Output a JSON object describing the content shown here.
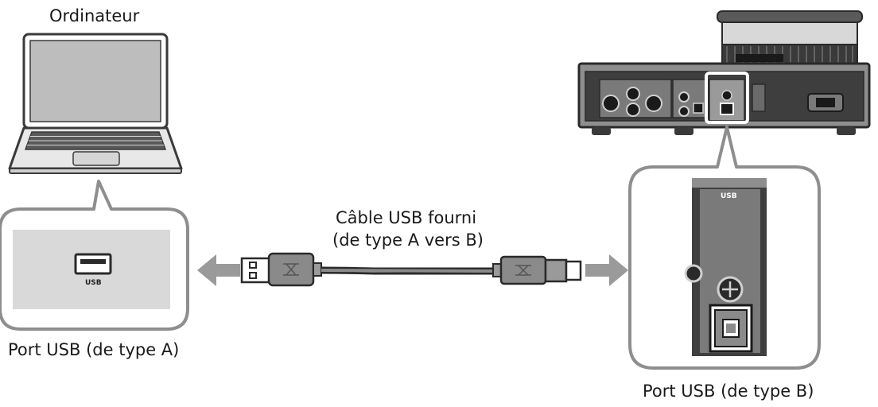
{
  "labels": {
    "computer": "Ordinateur",
    "cable_line1": "Câble USB fourni",
    "cable_line2": "(de type A vers B)",
    "port_a": "Port USB (de type A)",
    "port_b": "Port USB (de type B)",
    "usb_a_caption": "USB",
    "usb_b_caption": "USB"
  },
  "colors": {
    "outline": "#8e8e8e",
    "arrow": "#9a9a9a",
    "device_dark": "#3a3a3a",
    "panel_gray": "#d9d9d9"
  }
}
